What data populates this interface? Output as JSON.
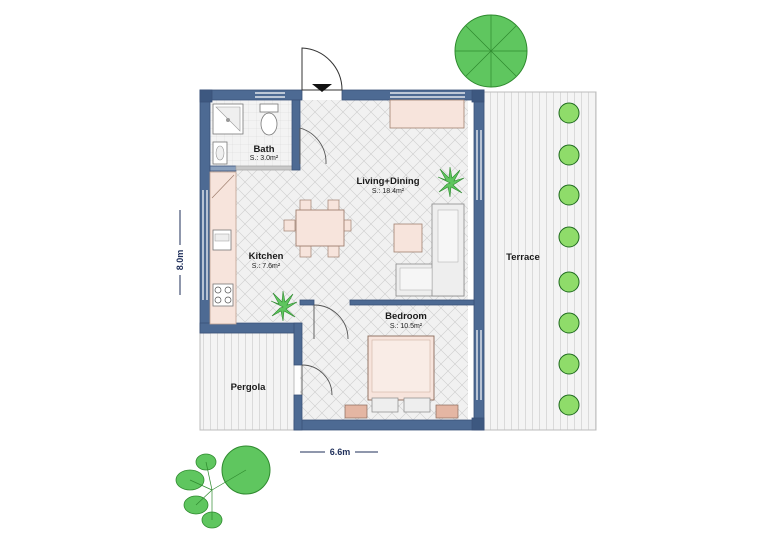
{
  "plan": {
    "rooms": [
      {
        "name": "Bath",
        "area": "S.: 3.0m²"
      },
      {
        "name": "Living+Dining",
        "area": "S.: 18.4m²"
      },
      {
        "name": "Kitchen",
        "area": "S.: 7.6m²"
      },
      {
        "name": "Bedroom",
        "area": "S.: 10.5m²"
      },
      {
        "name": "Pergola",
        "area": ""
      },
      {
        "name": "Terrace",
        "area": ""
      }
    ],
    "dimensions": {
      "width": "6.6m",
      "height": "8.0m"
    }
  },
  "colors": {
    "wall": "#4d6a93",
    "wall_edge": "#3a5278",
    "floor_light": "#e6e6e6",
    "floor_tile": "#f2f2f2",
    "deck": "#f3f3f3",
    "deck_line": "#c8c8c8",
    "furniture": "#f7e4dc",
    "furniture_accent": "#e4b6a3",
    "sofa": "#eeeeee",
    "plant": "#5fc65f",
    "plant_dark": "#2f8a2f",
    "dimension": "#1f2f5a"
  }
}
